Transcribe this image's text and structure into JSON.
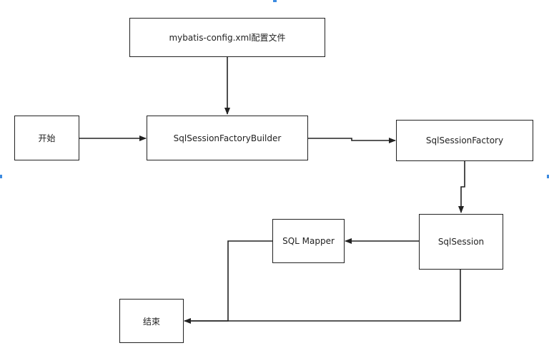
{
  "diagram": {
    "nodes": {
      "config": "mybatis-config.xml配置文件",
      "start": "开始",
      "builder": "SqlSessionFactoryBuilder",
      "factory": "SqlSessionFactory",
      "session": "SqlSession",
      "mapper": "SQL Mapper",
      "end": "结束"
    },
    "edges": [
      {
        "from": "config",
        "to": "builder"
      },
      {
        "from": "start",
        "to": "builder"
      },
      {
        "from": "builder",
        "to": "factory"
      },
      {
        "from": "factory",
        "to": "session"
      },
      {
        "from": "session",
        "to": "mapper"
      },
      {
        "from": "mapper",
        "to": "end"
      },
      {
        "from": "session",
        "to": "end"
      }
    ],
    "colors": {
      "stroke": "#222222",
      "handle": "#3c8be0",
      "background": "#ffffff"
    }
  }
}
